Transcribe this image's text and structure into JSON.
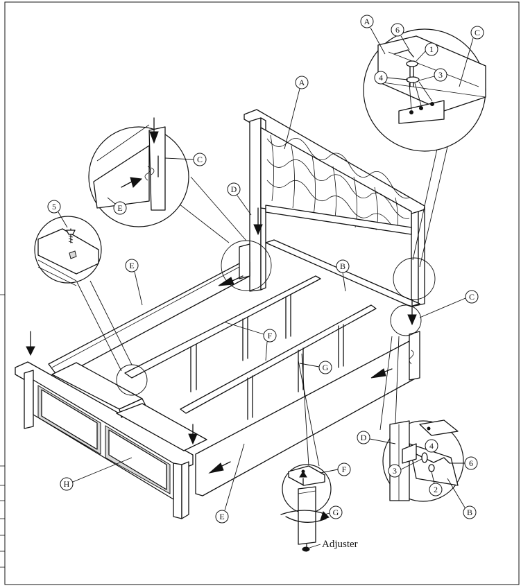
{
  "callouts": {
    "A_top": "A",
    "A_headboard": "A",
    "C_top": "C",
    "C_detail": "C",
    "C_right": "C",
    "D_post": "D",
    "D_detail": "D",
    "E_detail": "E",
    "E_rail": "E",
    "E_bottom": "E",
    "B_slat": "B",
    "B_detail": "B",
    "F_slat": "F",
    "F_leg": "F",
    "G_leg": "G",
    "G_adjust": "G",
    "H_drawer": "H",
    "n1": "1",
    "n2": "2",
    "n3": "3",
    "n3b": "3",
    "n4": "4",
    "n4b": "4",
    "n5": "5",
    "n6": "6",
    "n6b": "6"
  },
  "labels": {
    "adjuster": "Adjuster"
  },
  "colors": {
    "line": "#111111",
    "paper": "#ffffff",
    "shade": "#d9d9d9"
  }
}
